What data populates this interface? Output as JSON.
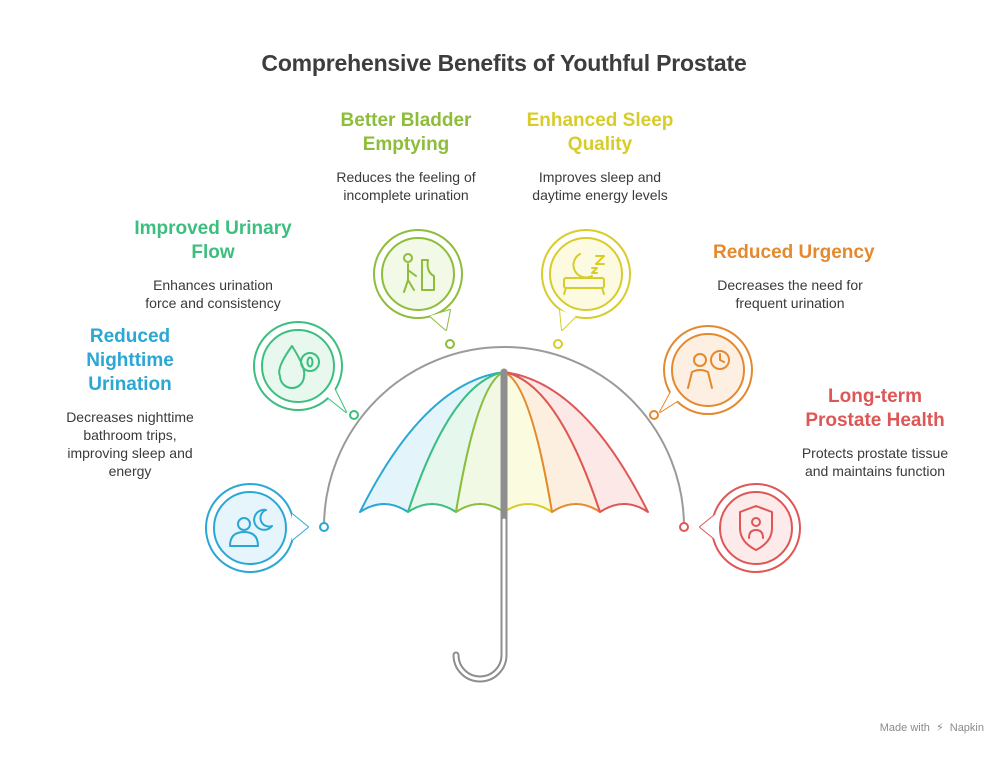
{
  "title": "Comprehensive Benefits of Youthful Prostate",
  "benefits": [
    {
      "heading": "Reduced\nNighttime\nUrination",
      "description": "Decreases nighttime\nbathroom trips,\nimproving sleep and\nenergy",
      "icon": "person-moon-icon",
      "color": "#2aa7d4",
      "fill": "#e6f5fb"
    },
    {
      "heading": "Improved Urinary\nFlow",
      "description": "Enhances urination\nforce and consistency",
      "icon": "water-drop-icon",
      "color": "#3cbf7e",
      "fill": "#e8f8ef"
    },
    {
      "heading": "Better Bladder\nEmptying",
      "description": "Reduces the feeling of\nincomplete urination",
      "icon": "bladder-person-icon",
      "color": "#8dbd3a",
      "fill": "#f2f9e6"
    },
    {
      "heading": "Enhanced Sleep\nQuality",
      "description": "Improves sleep and\ndaytime energy levels",
      "icon": "sleep-moon-icon",
      "color": "#d8cc2a",
      "fill": "#fcfbe2"
    },
    {
      "heading": "Reduced Urgency",
      "description": "Decreases the need for\nfrequent urination",
      "icon": "person-clock-icon",
      "color": "#e4892e",
      "fill": "#fdf0e2"
    },
    {
      "heading": "Long-term\nProstate Health",
      "description": "Protects prostate tissue\nand maintains function",
      "icon": "shield-person-icon",
      "color": "#df5656",
      "fill": "#fdeaea"
    }
  ],
  "umbrella_colors": [
    "#2aa7d4",
    "#3cbf7e",
    "#8dbd3a",
    "#d8cc2a",
    "#e4892e",
    "#df5656"
  ],
  "umbrella_fills": [
    "#e4f4fb",
    "#e6f7ee",
    "#f1f9e5",
    "#fbfbe0",
    "#fdefe0",
    "#fde8e8"
  ],
  "credit": {
    "made_with": "Made with",
    "brand": "Napkin"
  }
}
